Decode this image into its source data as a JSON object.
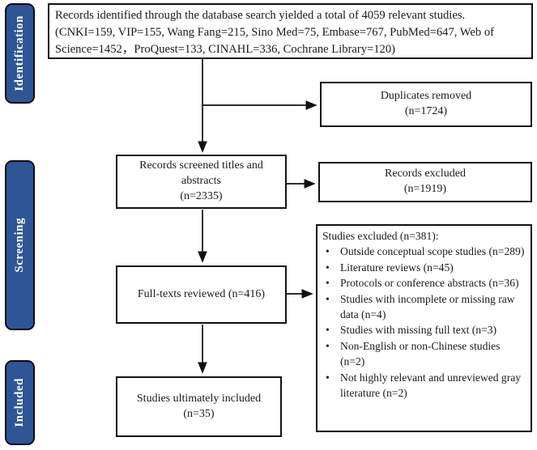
{
  "diagram_title": "PRISMA study selection flow diagram",
  "colors": {
    "stage_fill": "#2E5596",
    "stage_text": "#FFFFFF",
    "box_border": "#111111",
    "arrow": "#111111",
    "background": "#FFFFFF"
  },
  "stages": [
    {
      "label": "Identification"
    },
    {
      "label": "Screening"
    },
    {
      "label": "Included"
    }
  ],
  "identification_box": {
    "text": "Records identified through the database search yielded a total of 4059 relevant studies. (CNKI=159, VIP=155, Wang Fang=215, Sino Med=75, Embase=767, PubMed=647, Web of Science=1452，ProQuest=133, CINAHL=336, Cochrane Library=120)"
  },
  "duplicates_box": {
    "label": "Duplicates removed",
    "count": "(n=1724)"
  },
  "screened_box": {
    "label": "Records screened titles and abstracts",
    "count": "(n=2335)"
  },
  "records_excluded_box": {
    "label": "Records excluded",
    "count": "(n=1919)"
  },
  "fulltext_box": {
    "label": "Full-texts reviewed (n=416)"
  },
  "studies_excluded_box": {
    "title": "Studies excluded (n=381):",
    "items": [
      "Outside conceptual scope studies (n=289)",
      "Literature reviews (n=45)",
      "Protocols or conference abstracts (n=36)",
      "Studies with incomplete or missing raw data (n=4)",
      "Studies with missing full text (n=3)",
      "Non-English or non-Chinese studies (n=2)",
      "Not highly relevant and unreviewed gray literature (n=2)"
    ]
  },
  "included_box": {
    "label": "Studies ultimately included",
    "count": "(n=35)"
  }
}
